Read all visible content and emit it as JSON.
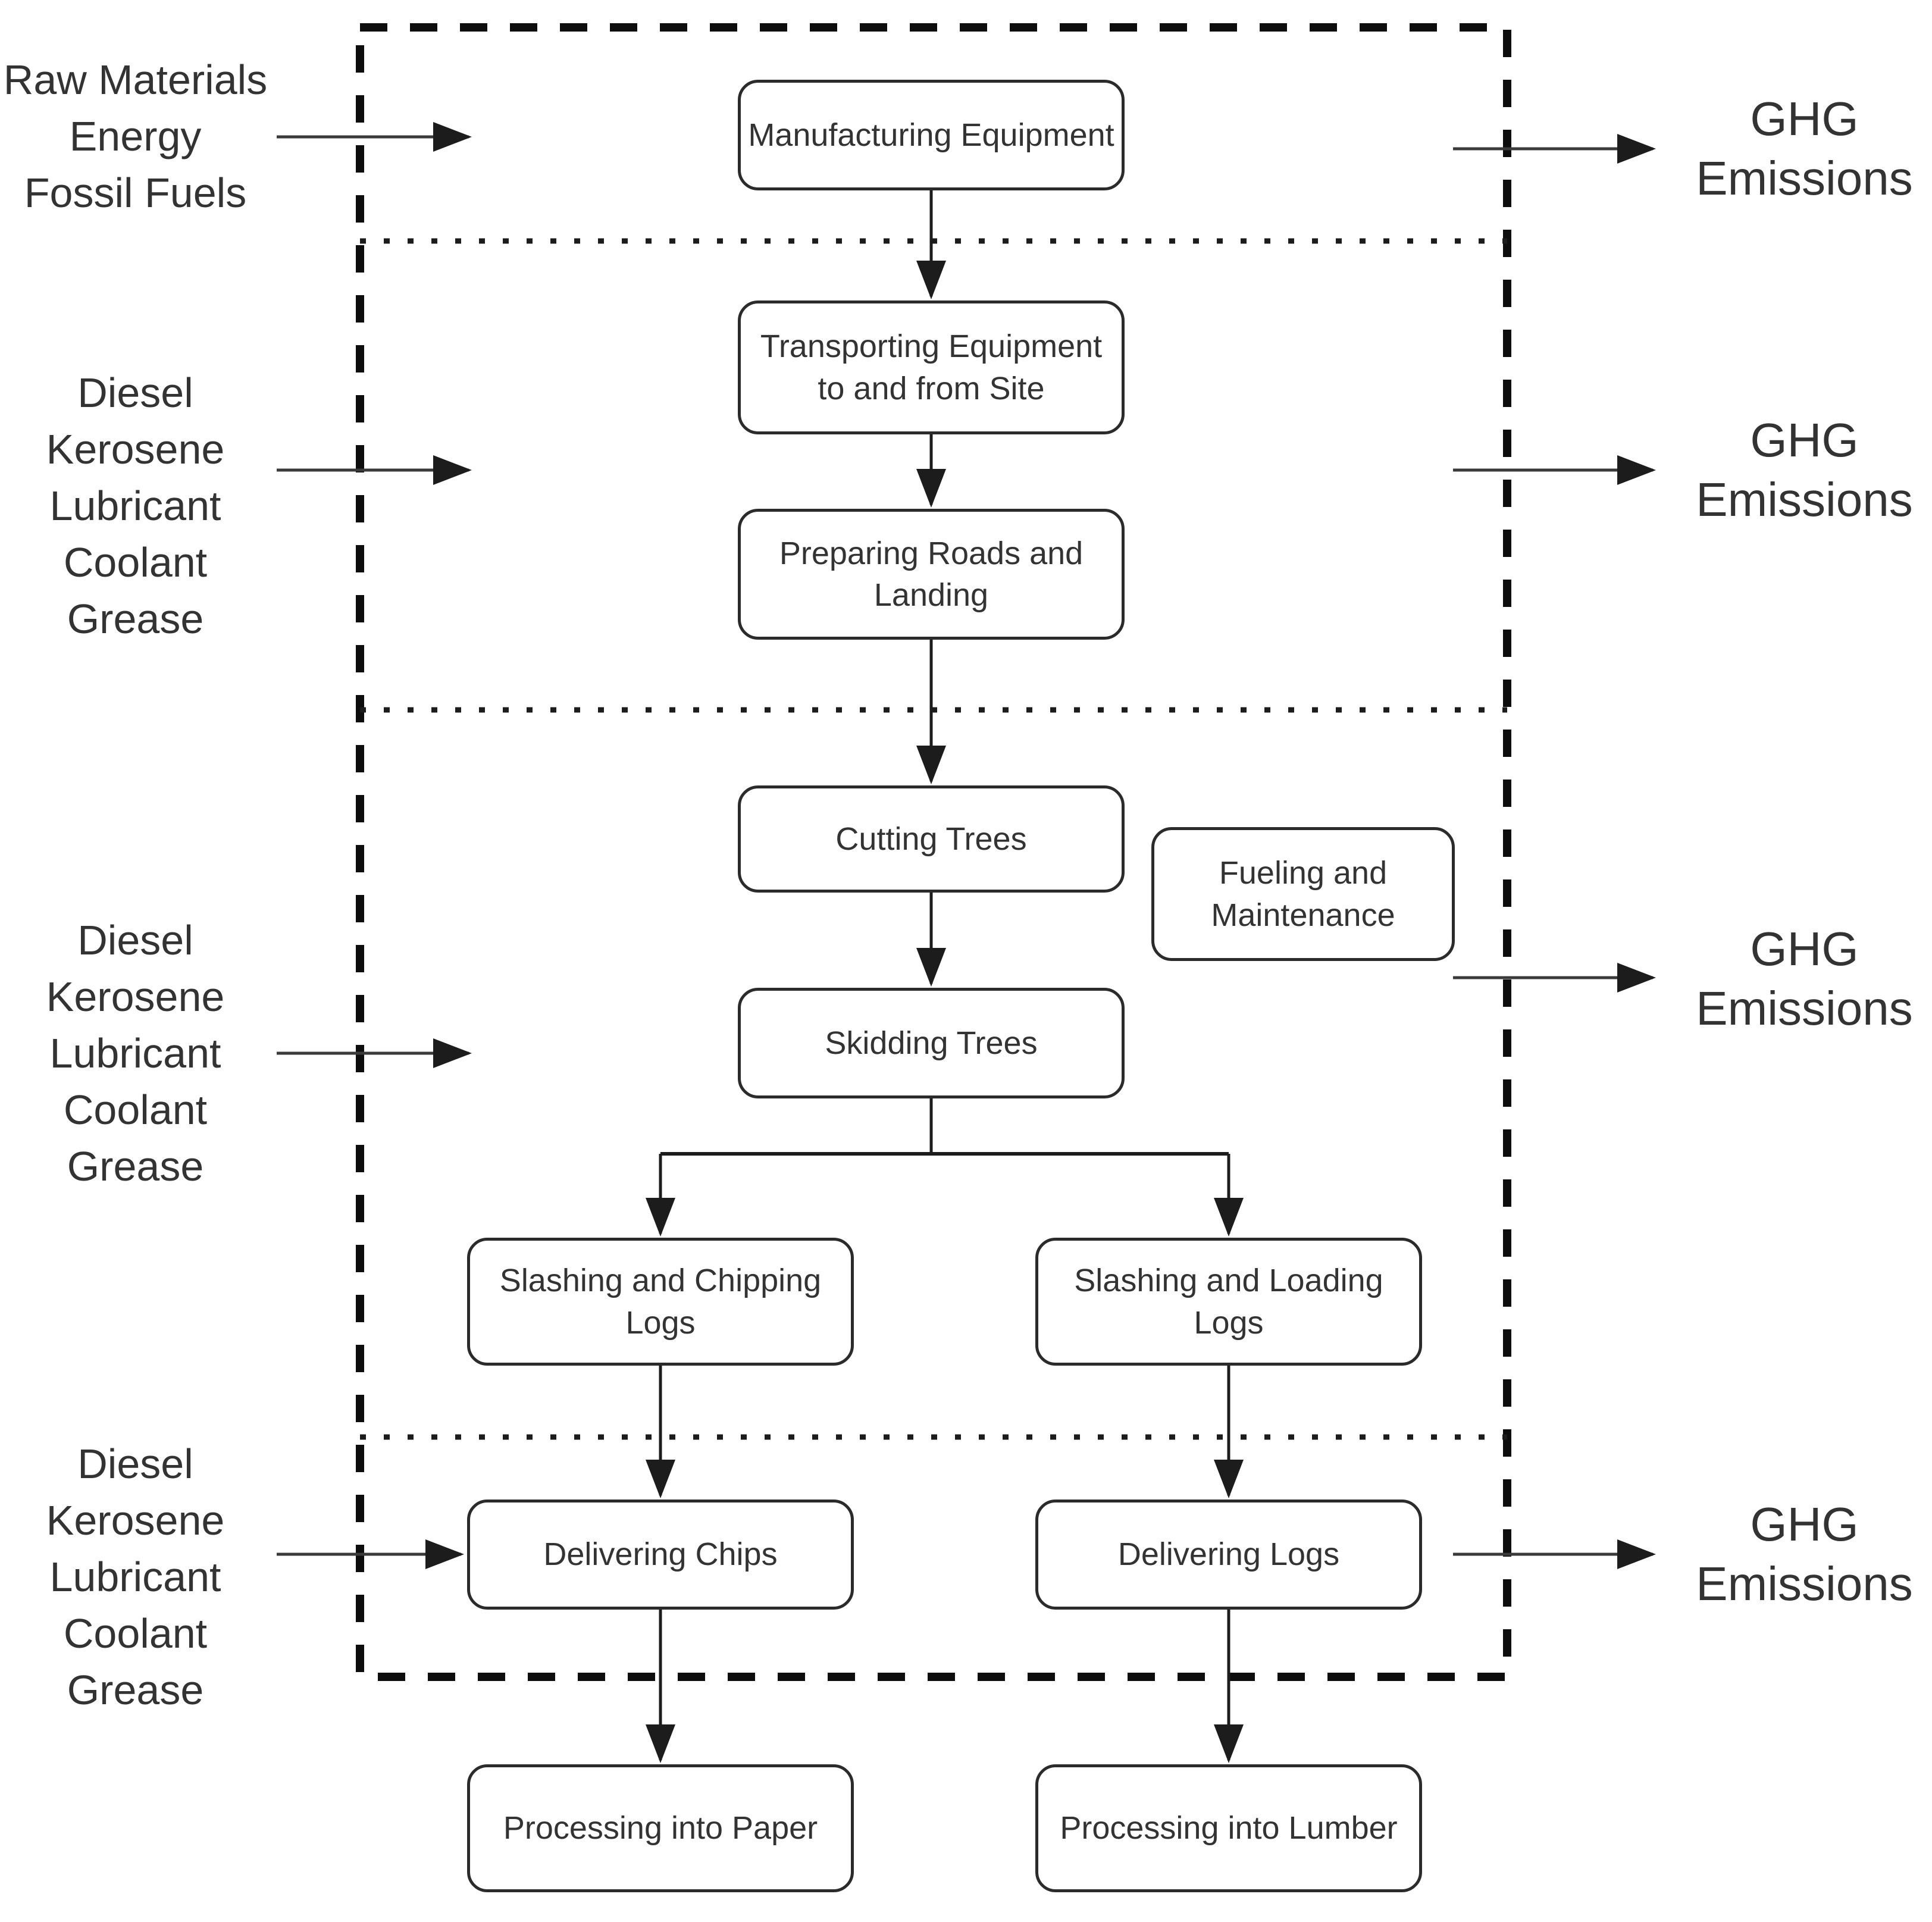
{
  "palette": {
    "background": "#ffffff",
    "line": "#2b2b2b",
    "box_fill": "#ffffff",
    "box_border": "#2b2b2b",
    "text": "#333333"
  },
  "inputs": [
    {
      "lines": [
        "Raw Materials",
        "Energy",
        "Fossil Fuels"
      ]
    },
    {
      "lines": [
        "Diesel",
        "Kerosene",
        "Lubricant",
        "Coolant",
        "Grease"
      ]
    },
    {
      "lines": [
        "Diesel",
        "Kerosene",
        "Lubricant",
        "Coolant",
        "Grease"
      ]
    },
    {
      "lines": [
        "Diesel",
        "Kerosene",
        "Lubricant",
        "Coolant",
        "Grease"
      ]
    }
  ],
  "outputs": [
    {
      "lines": [
        "GHG",
        "Emissions"
      ]
    },
    {
      "lines": [
        "GHG",
        "Emissions"
      ]
    },
    {
      "lines": [
        "GHG",
        "Emissions"
      ]
    },
    {
      "lines": [
        "GHG",
        "Emissions"
      ]
    }
  ],
  "nodes": {
    "manufacturing": {
      "label": "Manufacturing Equipment"
    },
    "transporting": {
      "label": "Transporting Equipment to and from Site"
    },
    "preparing": {
      "label": "Preparing Roads and Landing"
    },
    "cutting": {
      "label": "Cutting Trees"
    },
    "fueling": {
      "label": "Fueling and Maintenance"
    },
    "skidding": {
      "label": "Skidding Trees"
    },
    "slashing_chipping": {
      "label": "Slashing and Chipping Logs"
    },
    "slashing_loading": {
      "label": "Slashing and Loading Logs"
    },
    "delivering_chips": {
      "label": "Delivering Chips"
    },
    "delivering_logs": {
      "label": "Delivering Logs"
    },
    "processing_paper": {
      "label": "Processing into Paper"
    },
    "processing_lumber": {
      "label": "Processing into Lumber"
    }
  }
}
